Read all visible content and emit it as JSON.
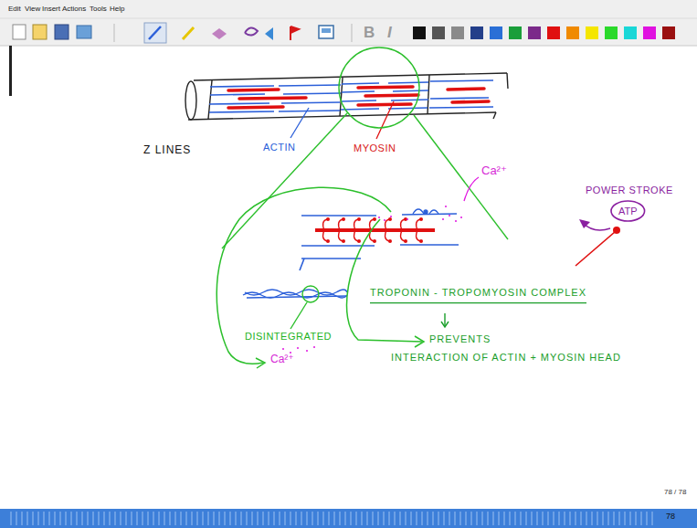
{
  "diagram": {
    "nodes": [
      {
        "text": [
          "ATP"
        ]
      }
    ],
    "labels": [
      "Edit",
      "View",
      "Insert",
      "Actions",
      "Tools",
      "Help",
      "B",
      "I",
      "Z LINES",
      "ACTIN",
      "MYOSIN",
      "Ca²⁺",
      "POWER STROKE",
      "TROPONIN - TROPOMYOSIN COMPLEX",
      "PREVENTS",
      "INTERACTION OF ACTIN + MYOSIN HEAD",
      "DISINTEGRATED",
      "Ca²⁺",
      "78 / 78",
      "78"
    ]
  }
}
